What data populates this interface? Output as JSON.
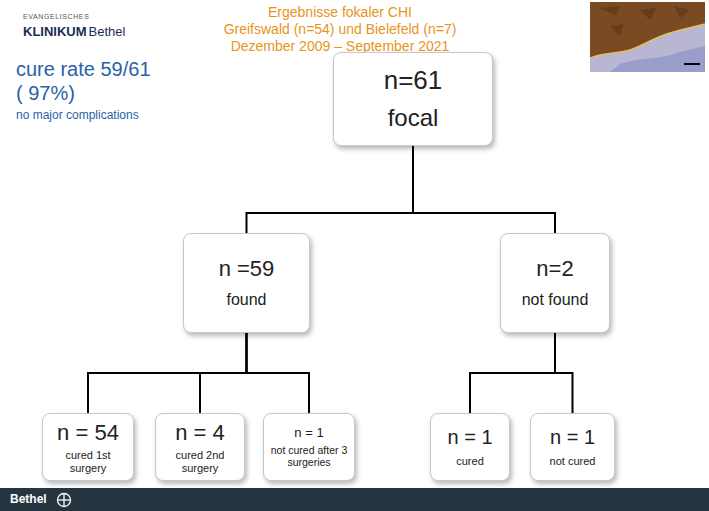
{
  "diagram": {
    "title": "Ergebnisse fokaler CHI",
    "nodes": [
      {
        "text": [
          "n=61",
          "focal"
        ]
      },
      {
        "text": [
          "n =59",
          "found"
        ]
      },
      {
        "text": [
          "n=2",
          "not found"
        ]
      },
      {
        "text": [
          "n = 54",
          "cured 1st surgery"
        ]
      },
      {
        "text": [
          "n = 4",
          "cured 2nd surgery"
        ]
      },
      {
        "text": [
          "n = 1",
          "not cured after 3 surgeries"
        ]
      },
      {
        "text": [
          "n = 1",
          "cured"
        ]
      },
      {
        "text": [
          "n = 1",
          "not cured"
        ]
      }
    ],
    "edges": [
      {
        "from": 0,
        "to": 1,
        "arrow": "none"
      },
      {
        "from": 0,
        "to": 2,
        "arrow": "none"
      },
      {
        "from": 1,
        "to": 3,
        "arrow": "none"
      },
      {
        "from": 1,
        "to": 4,
        "arrow": "none"
      },
      {
        "from": 1,
        "to": 5,
        "arrow": "none"
      },
      {
        "from": 2,
        "to": 6,
        "arrow": "none"
      },
      {
        "from": 2,
        "to": 7,
        "arrow": "none"
      }
    ],
    "labels": [
      "EVANGELISCHES",
      "KLINIKUM",
      "Bethel",
      "Greifswald (n=54) und Bielefeld (n=7)",
      "Dezember 2009 – September 2021",
      "cure rate 59/61",
      "( 97%)",
      "no major complications",
      "Bethel"
    ]
  }
}
